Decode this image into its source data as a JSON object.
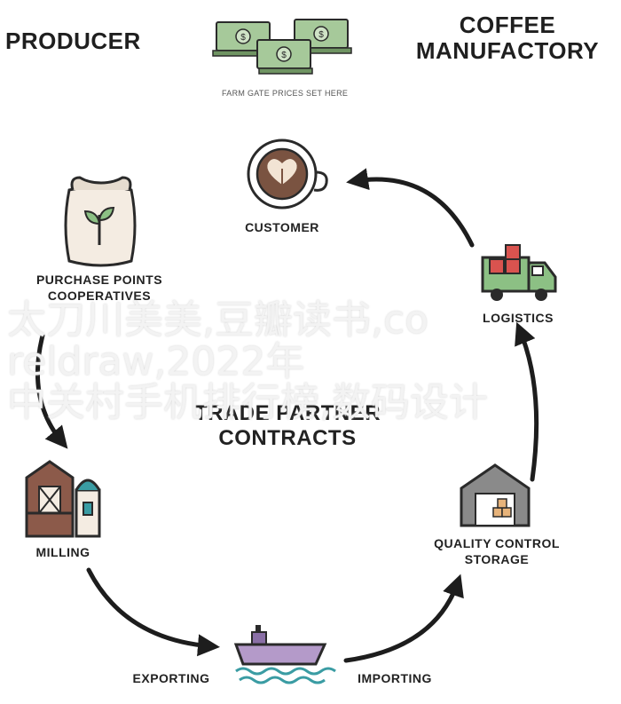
{
  "top": {
    "producer": "PRODUCER",
    "coffee_line1": "COFFEE",
    "coffee_line2": "MANUFACTORY",
    "farm_gate_caption": "FARM GATE PRICES SET HERE"
  },
  "nodes": {
    "customer": "CUSTOMER",
    "purchase_line1": "PURCHASE POINTS",
    "purchase_line2": "COOPERATIVES",
    "logistics": "LOGISTICS",
    "trade_line1": "TRADE PARTNER",
    "trade_line2": "CONTRACTS",
    "milling": "MILLING",
    "quality_line1": "QUALITY CONTROL",
    "quality_line2": "STORAGE",
    "exporting": "EXPORTING",
    "importing": "IMPORTING"
  },
  "overlay_text": {
    "line1": "太刀川美美,豆瓣读书,co",
    "line2": "reldraw,2022年",
    "line3": "中关村手机排行榜,数码设计"
  },
  "colors": {
    "cash": "#a6c99a",
    "cash_dark": "#6f9462",
    "cup_brown": "#7a5341",
    "truck_red": "#d9534f",
    "truck_green": "#8cc084",
    "ship_purple": "#b49ac9",
    "water_teal": "#3a9ca3",
    "barn_brown": "#8c5a4a",
    "outline": "#2a2a2a"
  }
}
